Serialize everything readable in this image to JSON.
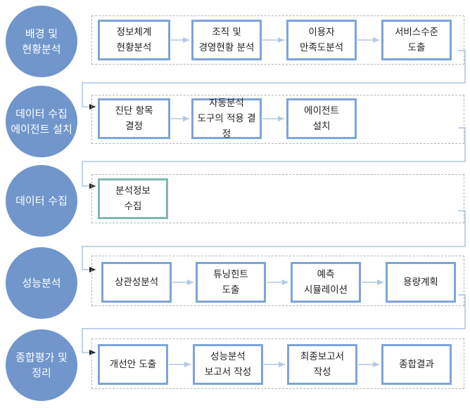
{
  "colors": {
    "phase_fill": "#7096cc",
    "step_border": "#7da4d8",
    "step_border_alt": "#7fb8b0",
    "arrow": "#b3c8e4",
    "connector": "#aac3e6",
    "connector_head": "#222222",
    "lane_border": "#b4b4b4"
  },
  "phases": [
    {
      "label": "배경 및\n현황분석",
      "steps": [
        {
          "label": "정보체계\n현황분석"
        },
        {
          "label": "조직 및\n경영현황 분석"
        },
        {
          "label": "이용자\n만족도분석"
        },
        {
          "label": "서비스수준\n도출"
        }
      ]
    },
    {
      "label": "데이터 수집\n에이전트 설치",
      "steps": [
        {
          "label": "진단 항목\n결정"
        },
        {
          "label": "자동분석\n도구의 적용 결정"
        },
        {
          "label": "에이전트\n설치"
        }
      ]
    },
    {
      "label": "데이터 수집",
      "steps": [
        {
          "label": "분석정보\n수집"
        }
      ]
    },
    {
      "label": "성능분석",
      "steps": [
        {
          "label": "상관성분석"
        },
        {
          "label": "튜닝힌트\n도출"
        },
        {
          "label": "예측\n시뮬레이션"
        },
        {
          "label": "용량계획"
        }
      ]
    },
    {
      "label": "종합평가 및\n정리",
      "steps": [
        {
          "label": "개선안 도출"
        },
        {
          "label": "성능분석\n보고서 작성"
        },
        {
          "label": "최종보고서\n작성"
        },
        {
          "label": "종합결과"
        }
      ]
    }
  ]
}
